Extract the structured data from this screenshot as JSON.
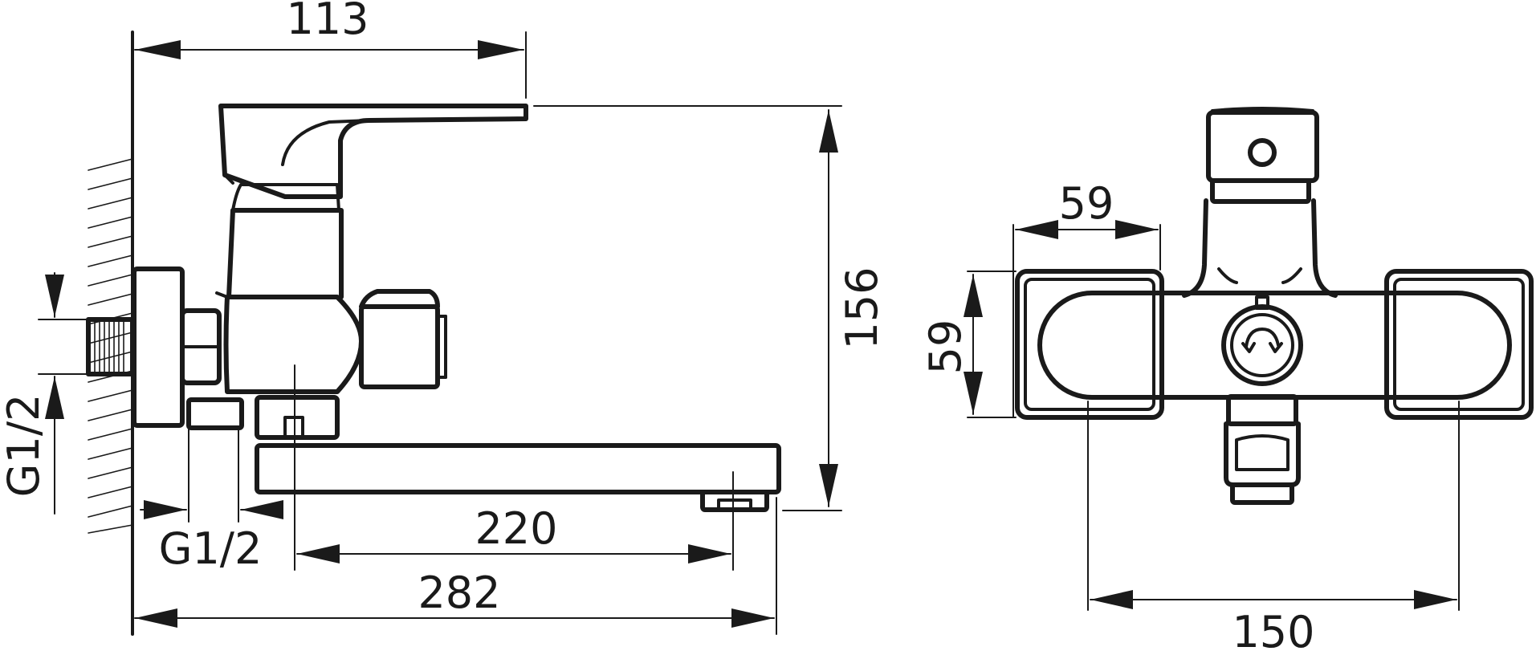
{
  "diagram": {
    "type": "technical-drawing",
    "subject": "wall-mounted bath mixer tap",
    "views": [
      "side",
      "front"
    ],
    "dimensions": {
      "handle_reach": "113",
      "total_height": "156",
      "thread_vertical": "G1/2",
      "thread_horizontal": "G1/2",
      "spout_length": "220",
      "total_depth": "282",
      "front_width_part": "59",
      "front_height_part": "59",
      "front_spacing": "150"
    },
    "colors": {
      "line": "#1a1a1a",
      "background": "#ffffff"
    }
  }
}
